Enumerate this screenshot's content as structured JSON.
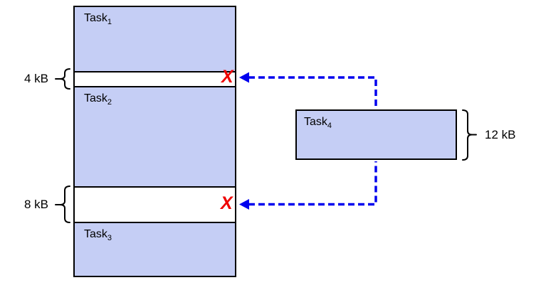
{
  "colors": {
    "block_fill": "#c5cef5",
    "block_border": "#000000",
    "arrow_blue": "#0000ee",
    "x_mark_red": "#ee0000",
    "background": "#ffffff"
  },
  "memory_map": {
    "task1": {
      "base": "Task",
      "sub": "1"
    },
    "gap1_size": "4 kB",
    "task2": {
      "base": "Task",
      "sub": "2"
    },
    "gap2_size": "8 kB",
    "task3": {
      "base": "Task",
      "sub": "3"
    }
  },
  "incoming_task": {
    "label": {
      "base": "Task",
      "sub": "4"
    },
    "size": "12 kB"
  },
  "marks": {
    "gap1_reject": "X",
    "gap2_reject": "X"
  }
}
